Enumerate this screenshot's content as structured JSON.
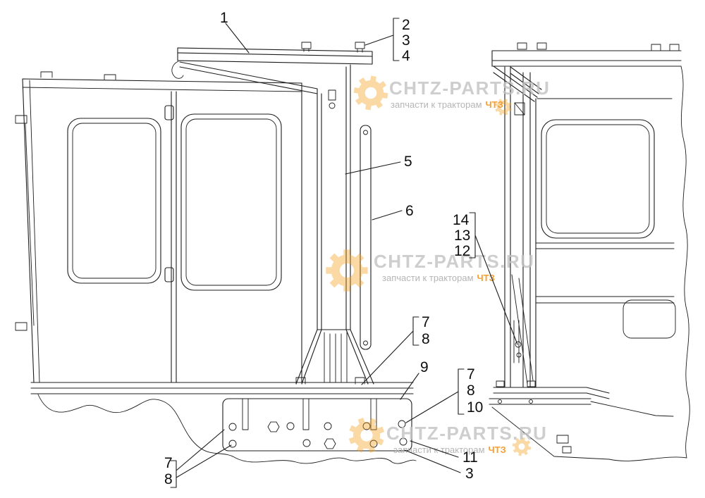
{
  "watermark": {
    "title": "CHTZ-PARTS.RU",
    "subtitle": "запчасти к тракторам",
    "brand": "ЧТЗ",
    "title_color": "#c3c3c3",
    "subtitle_color": "#aeaeae",
    "accent_color": "#f7941d"
  },
  "labels": {
    "n1": "1",
    "n2": "2",
    "n3": "3",
    "n4": "4",
    "n5": "5",
    "n6": "6",
    "n7": "7",
    "n8": "8",
    "n9": "9",
    "n10": "10",
    "n11": "11",
    "n12": "12",
    "n13": "13",
    "n14": "14"
  },
  "line_color": "#1c1c1c"
}
